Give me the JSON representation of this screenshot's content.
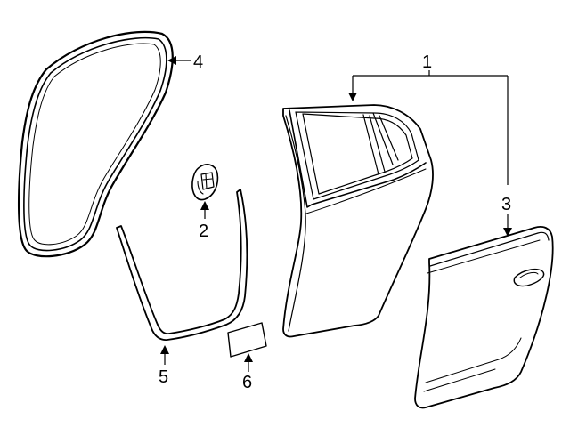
{
  "diagram": {
    "callouts": {
      "door_assembly": "1",
      "clip": "2",
      "outer_panel": "3",
      "weatherstrip": "4",
      "lower_seal": "5",
      "insulator": "6"
    }
  }
}
